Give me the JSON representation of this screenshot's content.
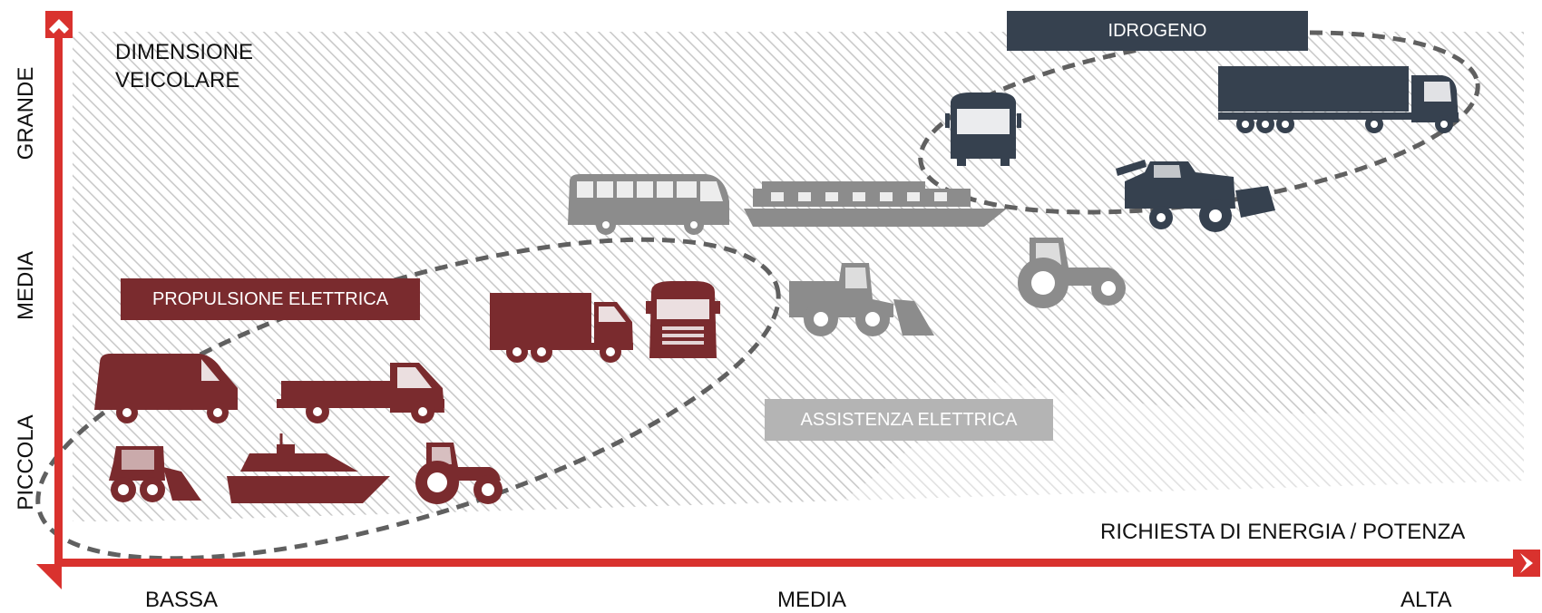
{
  "colors": {
    "axis": "#d9322e",
    "electric": "#7a2b2e",
    "assist": "#8c8c8c",
    "hydrogen": "#36414f",
    "hatch": "#c8c8c8"
  },
  "y_axis": {
    "title_line1": "DIMENSIONE",
    "title_line2": "VEICOLARE",
    "levels": [
      "GRANDE",
      "MEDIA",
      "PICCOLA"
    ]
  },
  "x_axis": {
    "title": "RICHIESTA DI ENERGIA / POTENZA",
    "levels": [
      "BASSA",
      "MEDIA",
      "ALTA"
    ]
  },
  "groups": {
    "electric": "PROPULSIONE ELETTRICA",
    "assist": "ASSISTENZA ELETTRICA",
    "hydrogen": "IDROGENO"
  },
  "vehicles": {
    "electric": [
      "van-icon",
      "flatbed-truck-icon",
      "skid-steer-loader-icon",
      "motorboat-icon",
      "compact-tractor-icon",
      "box-truck-icon",
      "truck-cab-icon"
    ],
    "assist": [
      "coach-bus-icon",
      "ferry-icon",
      "wheel-loader-icon",
      "tractor-icon"
    ],
    "hydrogen": [
      "city-bus-icon",
      "semi-truck-icon",
      "combine-harvester-icon"
    ]
  }
}
